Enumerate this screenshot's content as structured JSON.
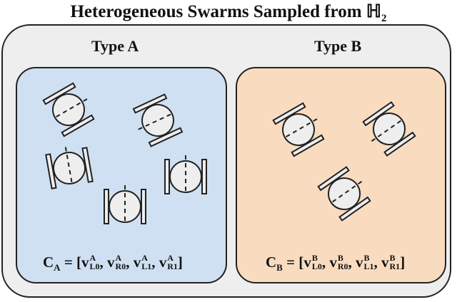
{
  "title": {
    "main": "Heterogeneous Swarms Sampled from ",
    "symbol": "ℍ",
    "subscript": "2"
  },
  "type_a": {
    "label": "Type A",
    "eq": {
      "C": "C",
      "Csub": "A",
      "open": " = [",
      "close": "]",
      "sep": ", ",
      "v": "v",
      "sup": "A",
      "subs": [
        "L0",
        "R0",
        "L1",
        "R1"
      ]
    }
  },
  "type_b": {
    "label": "Type B",
    "eq": {
      "C": "C",
      "Csub": "B",
      "open": " = [",
      "close": "]",
      "sep": ", ",
      "v": "v",
      "sup": "B",
      "subs": [
        "L0",
        "R0",
        "L1",
        "R1"
      ]
    }
  },
  "colors": {
    "panel_a": "#cfe0f2",
    "panel_b": "#f9dcc0",
    "outer": "#eeeeee",
    "robot_body": "#eeeeee"
  }
}
